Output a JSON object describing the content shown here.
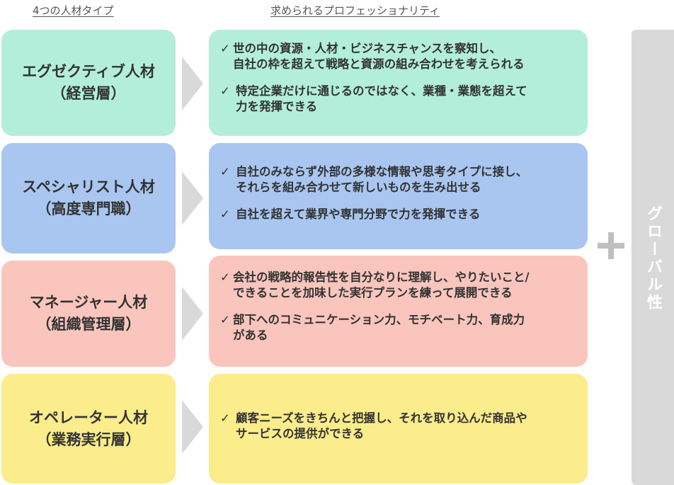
{
  "headers": {
    "left": "4つの人材タイプ",
    "right": "求められるプロフェッショナリティ"
  },
  "colors": {
    "executive": "#b3eedb",
    "specialist": "#a9c6f0",
    "manager": "#f9c5bd",
    "operator": "#fbec8c",
    "arrow": "#d9d9d9",
    "global_bar": "#d9d9d9"
  },
  "rows": [
    {
      "title": "エグゼクティブ人材",
      "subtitle": "（経営層）",
      "bullets": [
        {
          "check": "✓",
          "lines": [
            "世の中の資源・人材・ビジネスチャンスを察知し、",
            "自社の枠を超えて戦略と資源の組み合わせを考えられる"
          ]
        },
        {
          "check": "✓",
          "lines": [
            "特定企業だけに通じるのではなく、業種・業態を超えて",
            "力を発揮できる"
          ]
        }
      ]
    },
    {
      "title": "スペシャリスト人材",
      "subtitle": "（高度専門職）",
      "bullets": [
        {
          "check": "✓",
          "lines": [
            "自社のみならず外部の多様な情報や思考タイプに接し、",
            "それらを組み合わせて新しいものを生み出せる"
          ]
        },
        {
          "check": "✓",
          "lines": [
            "自社を超えて業界や専門分野で力を発揮できる"
          ]
        }
      ]
    },
    {
      "title": "マネージャー人材",
      "subtitle": "（組織管理層）",
      "bullets": [
        {
          "check": "✓",
          "lines": [
            "会社の戦略的報告性を自分なりに理解し、やりたいこと/",
            "できることを加味した実行プランを練って展開できる"
          ]
        },
        {
          "check": "✓",
          "lines": [
            "部下へのコミュニケーション力、モチベート力、育成力",
            "がある"
          ]
        }
      ]
    },
    {
      "title": "オペレーター人材",
      "subtitle": "（業務実行層）",
      "bullets": [
        {
          "check": "✓",
          "lines": [
            "顧客ニーズをきちんと把握し、それを取り込んだ商品や",
            "サービスの提供ができる"
          ]
        }
      ]
    }
  ],
  "plus_icon": "plus-icon",
  "global_label": "グローバル性"
}
